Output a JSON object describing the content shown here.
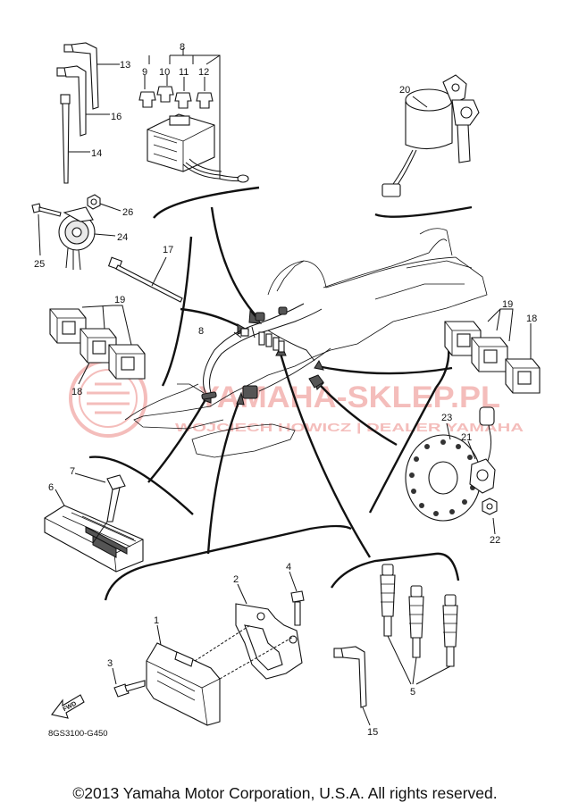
{
  "diagram": {
    "part_code": "8GS3100-G450",
    "fwd_label": "FWD",
    "copyright": "©2013 Yamaha Motor Corporation, U.S.A. All rights reserved.",
    "watermark": {
      "main": "YAMAHA-SKLEP.PL",
      "sub": "WOJCIECH HOWICZ | DEALER YAMAHA",
      "color": "#e0463f"
    },
    "callouts": {
      "n1": "1",
      "n2": "2",
      "n3": "3",
      "n4": "4",
      "n5": "5",
      "n6": "6",
      "n7": "7",
      "n8a": "8",
      "n8b": "8",
      "n9": "9",
      "n10": "10",
      "n11": "11",
      "n12": "12",
      "n13": "13",
      "n14": "14",
      "n15": "15",
      "n16": "16",
      "n17": "17",
      "n18a": "18",
      "n18b": "18",
      "n19a": "19",
      "n19b": "19",
      "n20": "20",
      "n21": "21",
      "n22": "22",
      "n23": "23",
      "n24": "24",
      "n25": "25",
      "n26": "26"
    }
  }
}
